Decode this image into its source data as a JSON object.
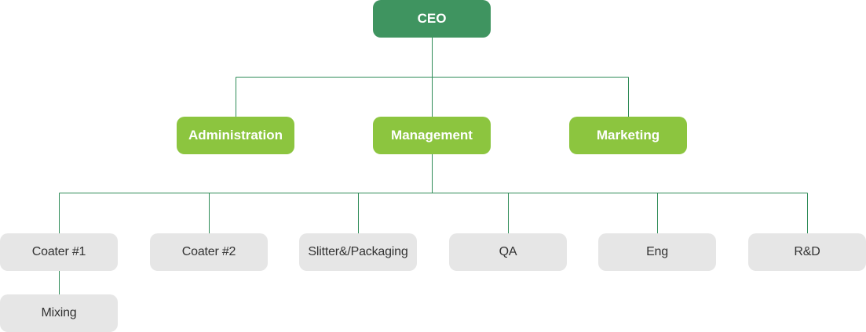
{
  "chart": {
    "ceo": "CEO",
    "divisions": {
      "administration": "Administration",
      "management": "Management",
      "marketing": "Marketing"
    },
    "departments": {
      "coater1": "Coater #1",
      "coater2": "Coater #2",
      "slitter_packaging": "Slitter&/Packaging",
      "qa": "QA",
      "eng": "Eng",
      "rnd": "R&D",
      "mixing": "Mixing"
    }
  },
  "colors": {
    "top_node": "#3f9460",
    "division_node": "#8cc53f",
    "department_node": "#e6e6e6",
    "connector_line": "#2e8b57"
  }
}
